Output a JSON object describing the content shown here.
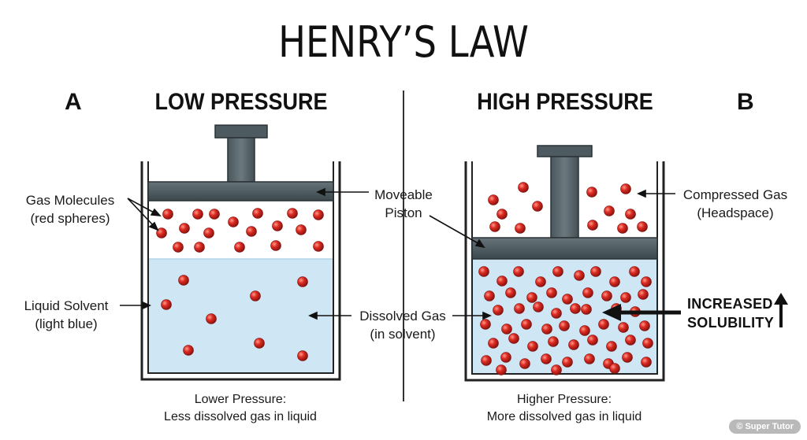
{
  "title": "HENRY’S LAW",
  "left_panel": {
    "letter": "A",
    "heading": "LOW PRESSURE",
    "caption_line1": "Lower Pressure:",
    "caption_line2": "Less dissolved gas in liquid"
  },
  "right_panel": {
    "letter": "B",
    "heading": "HIGH PRESSURE",
    "caption_line1": "Higher Pressure:",
    "caption_line2": "More dissolved gas in liquid"
  },
  "labels": {
    "gas_molecules_1": "Gas Molecules",
    "gas_molecules_2": "(red spheres)",
    "liquid_solvent_1": "Liquid Solvent",
    "liquid_solvent_2": "(light blue)",
    "piston_1": "Moveable",
    "piston_2": "Piston",
    "dissolved_1": "Dissolved Gas",
    "dissolved_2": "(in solvent)",
    "compressed_1": "Compressed Gas",
    "compressed_2": "(Headspace)",
    "solubility_1": "INCREASED",
    "solubility_2": "SOLUBILITY"
  },
  "watermark": "© Super Tutor",
  "colors": {
    "liquid": "#cfe6f5",
    "piston": "#4f5d63",
    "molecule": "#d42a22",
    "outline": "#222222"
  }
}
